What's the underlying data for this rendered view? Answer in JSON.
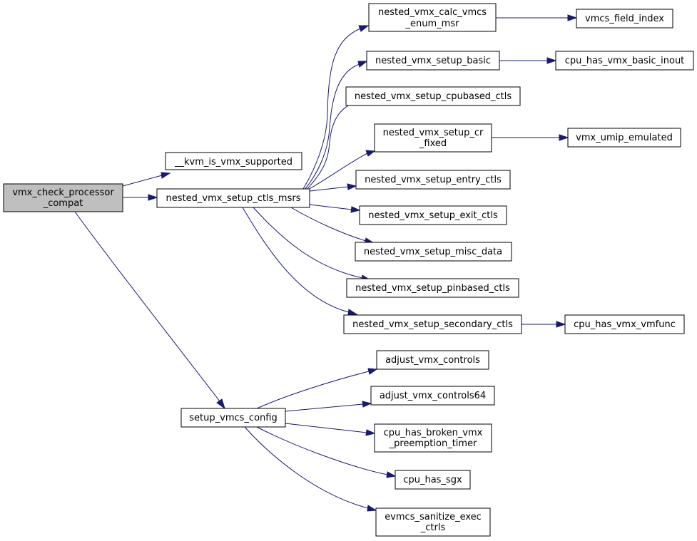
{
  "graph": {
    "root": [
      "vmx_check_processor",
      "_compat"
    ],
    "kvm_is_vmx_supported": "__kvm_is_vmx_supported",
    "nested_vmx_setup_ctls_msrs": "nested_vmx_setup_ctls_msrs",
    "setup_vmcs_config": "setup_vmcs_config",
    "nested_vmx_calc_vmcs_enum_msr": [
      "nested_vmx_calc_vmcs",
      "_enum_msr"
    ],
    "vmcs_field_index": "vmcs_field_index",
    "nested_vmx_setup_basic": "nested_vmx_setup_basic",
    "cpu_has_vmx_basic_inout": "cpu_has_vmx_basic_inout",
    "nested_vmx_setup_cpubased_ctls": "nested_vmx_setup_cpubased_ctls",
    "nested_vmx_setup_cr_fixed": [
      "nested_vmx_setup_cr",
      "_fixed"
    ],
    "vmx_umip_emulated": "vmx_umip_emulated",
    "nested_vmx_setup_entry_ctls": "nested_vmx_setup_entry_ctls",
    "nested_vmx_setup_exit_ctls": "nested_vmx_setup_exit_ctls",
    "nested_vmx_setup_misc_data": "nested_vmx_setup_misc_data",
    "nested_vmx_setup_pinbased_ctls": "nested_vmx_setup_pinbased_ctls",
    "nested_vmx_setup_secondary_ctls": "nested_vmx_setup_secondary_ctls",
    "cpu_has_vmx_vmfunc": "cpu_has_vmx_vmfunc",
    "adjust_vmx_controls": "adjust_vmx_controls",
    "adjust_vmx_controls64": "adjust_vmx_controls64",
    "cpu_has_broken_vmx_preemption_timer": [
      "cpu_has_broken_vmx",
      "_preemption_timer"
    ],
    "cpu_has_sgx": "cpu_has_sgx",
    "evmcs_sanitize_exec_ctrls": [
      "evmcs_sanitize_exec",
      "_ctrls"
    ]
  },
  "colors": {
    "edge": "#191970",
    "root_fill": "#bfbfbf",
    "node_fill": "#ffffff",
    "node_border": "#000000"
  }
}
